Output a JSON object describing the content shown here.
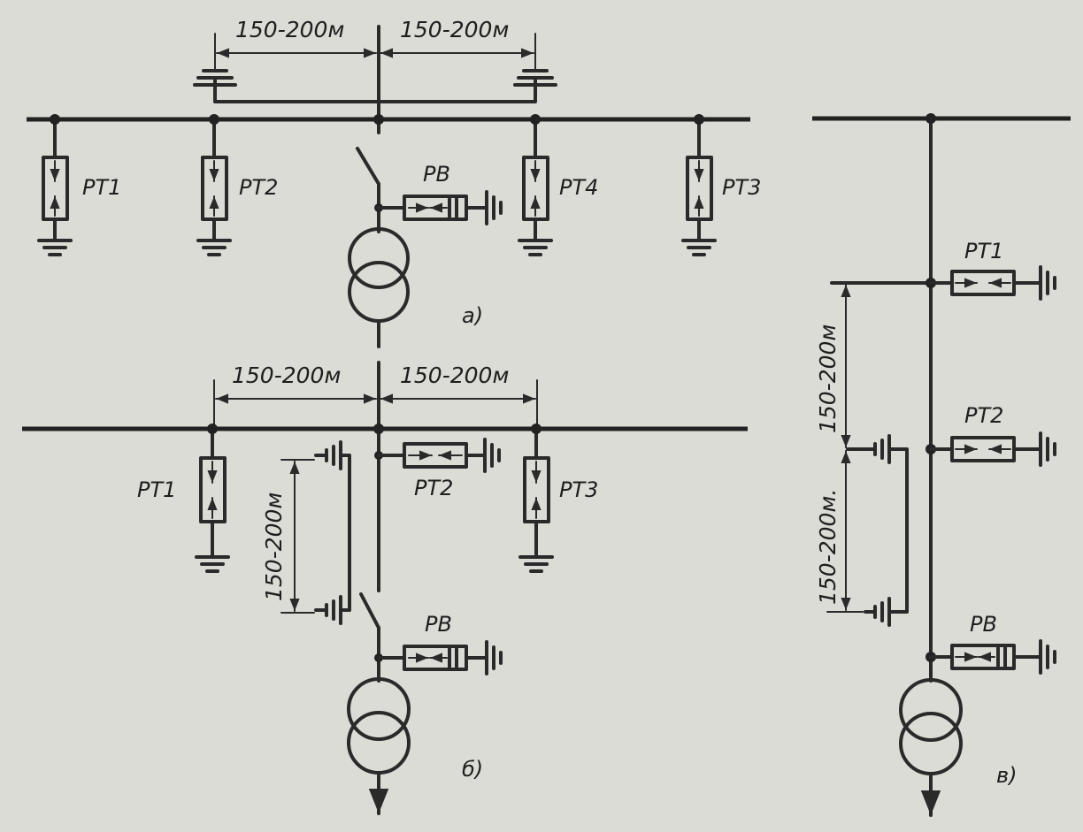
{
  "dimension": "150-200м",
  "dimension_dotted": "150-200м.",
  "panels": {
    "a": {
      "caption": "а)",
      "arresters": [
        "РТ1",
        "РТ2",
        "РТ4",
        "РТ3"
      ],
      "valve_arrester": "РВ"
    },
    "b": {
      "caption": "б)",
      "arresters": [
        "РТ1",
        "РТ2",
        "РТ3"
      ],
      "valve_arrester": "РВ"
    },
    "c": {
      "caption": "в)",
      "arresters": [
        "РТ1",
        "РТ2"
      ],
      "valve_arrester": "РВ"
    }
  }
}
